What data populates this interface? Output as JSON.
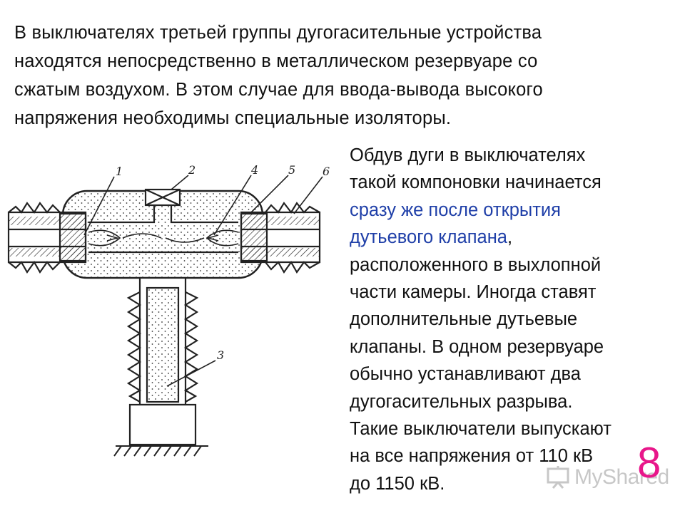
{
  "intro": {
    "lines": [
      "В выключателях третьей группы дугогасительные устройства",
      "находятся непосредственно в металлическом резервуаре со",
      "сжатым воздухом. В этом случае для ввода-вывода высокого",
      "напряжения необходимы специальные изоляторы."
    ]
  },
  "side": {
    "l1": "Обдув дуги в выключателях",
    "l2": "такой компоновки начинается",
    "l3": "сразу же после открытия",
    "l4a": "дутьевого клапана",
    "l4b": ",",
    "l5": "расположенного в выхлопной",
    "l6": "части камеры. Иногда ставят",
    "l7": "дополнительные дутьевые",
    "l8": "клапаны. В одном резервуаре",
    "l9": "обычно устанавливают два",
    "l10": "дугогасительных разрыва.",
    "l11": "Такие выключатели выпускают",
    "l12": "на все напряжения от 110 кВ",
    "l13": "до 1150 кВ.",
    "highlight_color": "#1f3fa8"
  },
  "diagram": {
    "callouts": [
      "1",
      "2",
      "4",
      "5",
      "6",
      "3"
    ]
  },
  "slide_number": "8",
  "watermark": {
    "text": "MyShared",
    "icon": "presentation-board-icon"
  }
}
